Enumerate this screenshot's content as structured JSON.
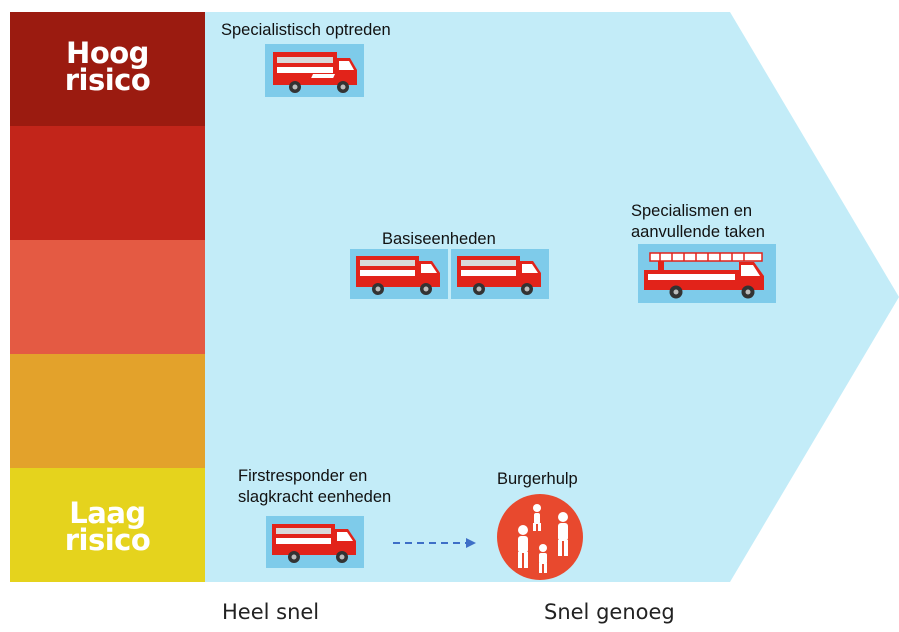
{
  "risk_scale": {
    "high_label_line1": "Hoog",
    "high_label_line2": "risico",
    "low_label_line1": "Laag",
    "low_label_line2": "risico",
    "band_colors": [
      "#9b1b10",
      "#c2251a",
      "#e45a43",
      "#e3a22b",
      "#e5d31d"
    ]
  },
  "nodes": {
    "specialist": {
      "label": "Specialistisch optreden",
      "vehicle_icon": "fire-truck-icon"
    },
    "basic": {
      "label": "Basiseenheden",
      "vehicle_icon": "fire-truck-icon"
    },
    "specialisms": {
      "label_line1": "Specialismen en",
      "label_line2": "aanvullende taken",
      "vehicle_icon": "ladder-truck-icon"
    },
    "first_responder": {
      "label_line1": "Firstresponder en",
      "label_line2": "slagkracht eenheden",
      "vehicle_icon": "fire-truck-icon"
    },
    "citizen_help": {
      "label": "Burgerhulp",
      "icon": "people-group-icon",
      "color": "#e8492e"
    }
  },
  "time_axis": {
    "left_label": "Heel snel",
    "right_label": "Snel genoeg"
  },
  "colors": {
    "arrow_fill": "#c3ecf8",
    "tile_bg": "#7ecbea",
    "truck_red": "#e2231a",
    "dashed_arrow": "#3e6fc7"
  }
}
